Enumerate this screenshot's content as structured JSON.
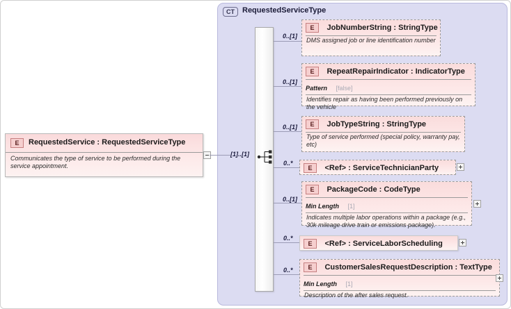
{
  "diagram": {
    "type": "xsd-schema-diagram",
    "root_element": {
      "badge": "E",
      "name": "RequestedService : RequestedServiceType",
      "annotation": "Communicates the type of service to be performed during the service appointment.",
      "collapse_icon": "minus-toggle"
    },
    "complex_type": {
      "badge": "CT",
      "title": "RequestedServiceType",
      "compositor": "sequence",
      "compositor_cardinality": "[1]..[1]"
    },
    "children": [
      {
        "badge": "E",
        "name": "JobNumberString : StringType",
        "cardinality": "0..[1]",
        "facet_name": "",
        "facet_value": "",
        "annotation": "DMS assigned job or line identification number",
        "expandable": false
      },
      {
        "badge": "E",
        "name": "RepeatRepairIndicator : IndicatorType",
        "cardinality": "0..[1]",
        "facet_name": "Pattern",
        "facet_value": "[false]",
        "annotation": "Identifies repair as having been performed previously on the vehicle",
        "expandable": false
      },
      {
        "badge": "E",
        "name": "JobTypeString : StringType",
        "cardinality": "0..[1]",
        "facet_name": "",
        "facet_value": "",
        "annotation": "Type of service performed (special policy, warranty pay, etc)",
        "expandable": false
      },
      {
        "badge": "E",
        "name": "<Ref>     : ServiceTechnicianParty",
        "cardinality": "0..*",
        "facet_name": "",
        "facet_value": "",
        "annotation": "",
        "expandable": true
      },
      {
        "badge": "E",
        "name": "PackageCode : CodeType",
        "cardinality": "0..[1]",
        "facet_name": "Min Length",
        "facet_value": "[1]",
        "annotation": "Indicates multiple labor operations within a package (e.g., 30k mileage drive train or emissions package).",
        "expandable": true
      },
      {
        "badge": "E",
        "name": "<Ref>     : ServiceLaborScheduling",
        "cardinality": "0..*",
        "facet_name": "",
        "facet_value": "",
        "annotation": "",
        "expandable": true
      },
      {
        "badge": "E",
        "name": "CustomerSalesRequestDescription : TextType",
        "cardinality": "0..*",
        "facet_name": "Min Length",
        "facet_value": "[1]",
        "annotation": "Description of the after sales request.",
        "expandable": true
      }
    ],
    "colors": {
      "element_fill": "#fadcdc",
      "complextype_fill": "#dcdcf2",
      "badge_border": "#c67f80",
      "connector": "#9b9bb5"
    }
  }
}
